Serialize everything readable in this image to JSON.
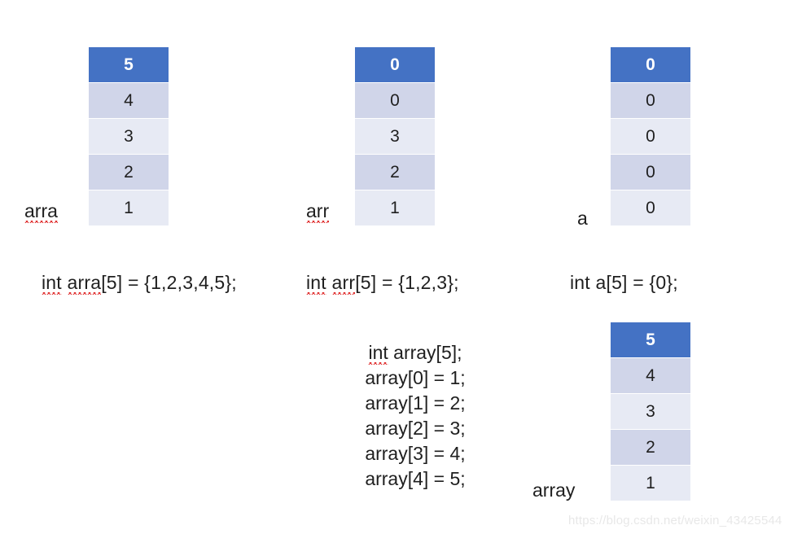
{
  "diagram": {
    "title": "C array declaration and initialization illustration",
    "colors": {
      "header_cell": "#4472C4",
      "row_dark": "#D0D5E9",
      "row_light": "#E7EAF4",
      "header_text": "#FFFFFF",
      "body_text": "#1F1F1F",
      "spellcheck_underline": "#E03030",
      "watermark_text": "#E8E8E8",
      "background": "#FFFFFF"
    },
    "groups": [
      {
        "id": "arra",
        "label": "arra",
        "label_has_spellcheck_underline": true,
        "cells": [
          "5",
          "4",
          "3",
          "2",
          "1"
        ],
        "code": "int arra[5] = {1,2,3,4,5};",
        "code_spellcheck_words": [
          "int",
          "arra"
        ]
      },
      {
        "id": "arr",
        "label": "arr",
        "label_has_spellcheck_underline": true,
        "cells": [
          "0",
          "0",
          "3",
          "2",
          "1"
        ],
        "code": "int arr[5] = {1,2,3};",
        "code_spellcheck_words": [
          "int",
          "arr"
        ]
      },
      {
        "id": "a",
        "label": "a",
        "label_has_spellcheck_underline": false,
        "cells": [
          "0",
          "0",
          "0",
          "0",
          "0"
        ],
        "code": "int a[5] = {0};",
        "code_spellcheck_words": []
      },
      {
        "id": "array",
        "label": "array",
        "label_has_spellcheck_underline": false,
        "cells": [
          "5",
          "4",
          "3",
          "2",
          "1"
        ],
        "code": "",
        "code_spellcheck_words": []
      }
    ],
    "code_block": {
      "lines": [
        "int array[5];",
        "array[0] = 1;",
        "array[1] = 2;",
        "array[2] = 3;",
        "array[3] = 4;",
        "array[4] = 5;"
      ],
      "spellcheck_words": [
        "int"
      ]
    },
    "watermark": "https://blog.csdn.net/weixin_43425544"
  }
}
